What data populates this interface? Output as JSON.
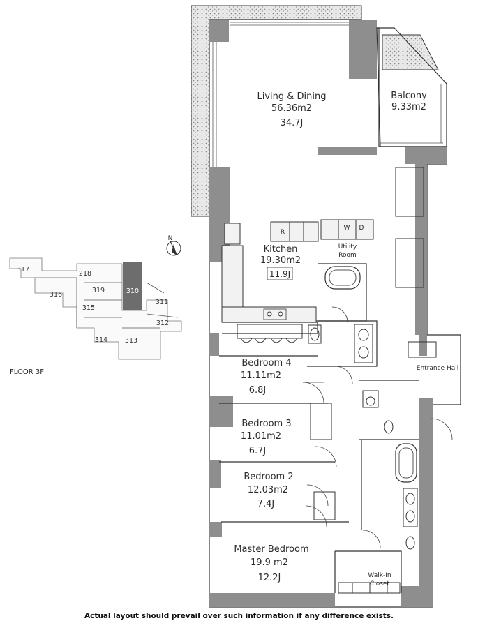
{
  "rooms": {
    "living": {
      "name": "Living & Dining",
      "area": "56.36m2",
      "tatami": "34.7J"
    },
    "balcony": {
      "name": "Balcony",
      "area": "9.33m2"
    },
    "kitchen": {
      "name": "Kitchen",
      "area": "19.30m2",
      "tatami": "11.9J"
    },
    "utility": {
      "line1": "Utility",
      "line2": "Room"
    },
    "bedroom4": {
      "name": "Bedroom 4",
      "area": "11.11m2",
      "tatami": "6.8J"
    },
    "bedroom3": {
      "name": "Bedroom 3",
      "area": "11.01m2",
      "tatami": "6.7J"
    },
    "bedroom2": {
      "name": "Bedroom 2",
      "area": "12.03m2",
      "tatami": "7.4J"
    },
    "master": {
      "name": "Master Bedroom",
      "area": "19.9 m2",
      "tatami": "12.2J"
    },
    "entrance": {
      "name": "Entrance Hall"
    },
    "walkin": {
      "line1": "Walk-In",
      "line2": "Closet"
    }
  },
  "appliances": {
    "refrigerator": "R",
    "washer": "W",
    "dryer": "D"
  },
  "key_plan": {
    "floor": "FLOOR 3F",
    "units": [
      "317",
      "218",
      "316",
      "319",
      "310",
      "315",
      "311",
      "312",
      "314",
      "313"
    ],
    "highlight": "310"
  },
  "compass": "N",
  "footer": "Actual layout should prevail over such information if any difference exists.",
  "colors": {
    "wall": "#8e8e8e",
    "highlight_unit": "#6d6d6d",
    "line": "#333333"
  }
}
